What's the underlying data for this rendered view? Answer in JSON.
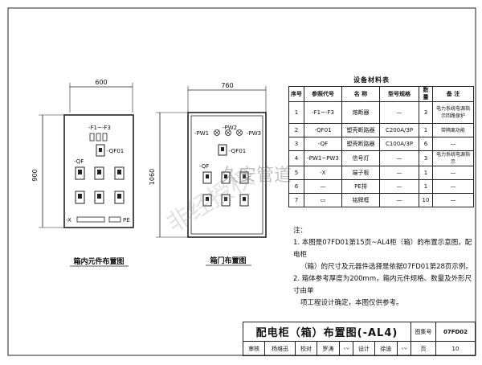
{
  "left_box": {
    "width_dim": "600",
    "height_dim": "900",
    "fuse_label": "-F1~-F3",
    "qf01_label": "-QF01",
    "qf_label": "-QF",
    "x_label": "-X",
    "pe_label": "PE",
    "caption": "箱内元件布置图"
  },
  "right_box": {
    "width_dim": "760",
    "height_dim": "1060",
    "pw1": "-PW1",
    "pw2": "-PW2",
    "pw3": "-PW3",
    "qf01_label": "-QF01",
    "qf_label": "-QF",
    "caption": "箱门布置图"
  },
  "table": {
    "title": "设备材料表",
    "headers": [
      "序号",
      "参照代号",
      "名  称",
      "型号规格",
      "数量",
      "备   注"
    ],
    "rows": [
      [
        "1",
        "-F1~-F3",
        "熔断器",
        "—",
        "3",
        "电力系统电源指示回路保护"
      ],
      [
        "2",
        "-QF01",
        "塑壳断路器",
        "C200A/3P",
        "1",
        "带隔离功能"
      ],
      [
        "3",
        "-QF",
        "塑壳断路器",
        "C100A/3P",
        "6",
        "—"
      ],
      [
        "4",
        "-PW1~PW3",
        "信号灯",
        "—",
        "3",
        "电力系统电源指示"
      ],
      [
        "5",
        "-X",
        "端子板",
        "—",
        "1",
        "—"
      ],
      [
        "6",
        "—",
        "PE排",
        "—",
        "1",
        "—"
      ],
      [
        "7",
        "▭",
        "铭牌框",
        "—",
        "10",
        "—"
      ]
    ]
  },
  "notes": {
    "heading": "注：",
    "lines": [
      "1. 本图是07FD01第15页~AL4柜（箱）的布置示意图，配电柜",
      "（箱）的尺寸及元器件选择是依据07FD01第28页示例。",
      "2. 箱体参考厚度为200mm，箱内元件规格、数量及外形尺寸由单",
      "项工程设计确定，本图仅供参考。"
    ]
  },
  "watermark": {
    "text1": "非经授权",
    "text2": "久安管道"
  },
  "title_block": {
    "title": "配电柜（箱）布置图(-AL4)",
    "atlas_label": "图集号",
    "atlas_no": "07FD02",
    "review": "审核",
    "review_name": "杨维迅",
    "check": "校对",
    "check_name": "罗涛",
    "design": "设计",
    "design_name": "徐迪",
    "page_label": "页",
    "page_no": "10"
  }
}
